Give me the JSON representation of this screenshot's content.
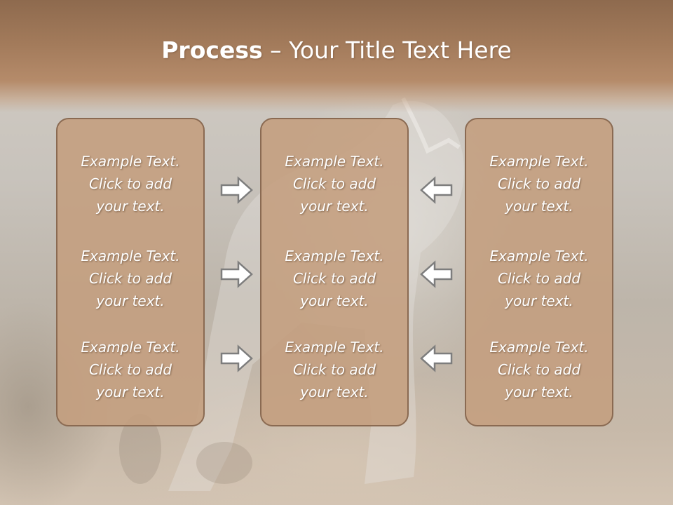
{
  "slide": {
    "title_bold": "Process",
    "title_rest": " – Your Title Text Here",
    "colors": {
      "header": "#a37b5b",
      "panel_fill": "#c49e7e",
      "panel_border": "#8a6a52",
      "arrow_fill": "#ffffff",
      "arrow_stroke": "#7d7d7d"
    },
    "columns": [
      {
        "blocks": [
          {
            "line1": "Example Text.",
            "line2": "Click  to add",
            "line3": "your text."
          },
          {
            "line1": "Example Text.",
            "line2": "Click  to add",
            "line3": "your text."
          },
          {
            "line1": "Example Text.",
            "line2": "Click  to add",
            "line3": "your text."
          }
        ]
      },
      {
        "blocks": [
          {
            "line1": "Example Text.",
            "line2": "Click  to add",
            "line3": "your text."
          },
          {
            "line1": "Example Text.",
            "line2": "Click  to add",
            "line3": "your text."
          },
          {
            "line1": "Example Text.",
            "line2": "Click  to add",
            "line3": "your text."
          }
        ]
      },
      {
        "blocks": [
          {
            "line1": "Example Text.",
            "line2": "Click  to add",
            "line3": "your text."
          },
          {
            "line1": "Example Text.",
            "line2": "Click  to add",
            "line3": "your text."
          },
          {
            "line1": "Example Text.",
            "line2": "Click  to add",
            "line3": "your text."
          }
        ]
      }
    ],
    "arrows": {
      "left_group": "arrow-right-icon",
      "right_group": "arrow-left-icon"
    }
  }
}
